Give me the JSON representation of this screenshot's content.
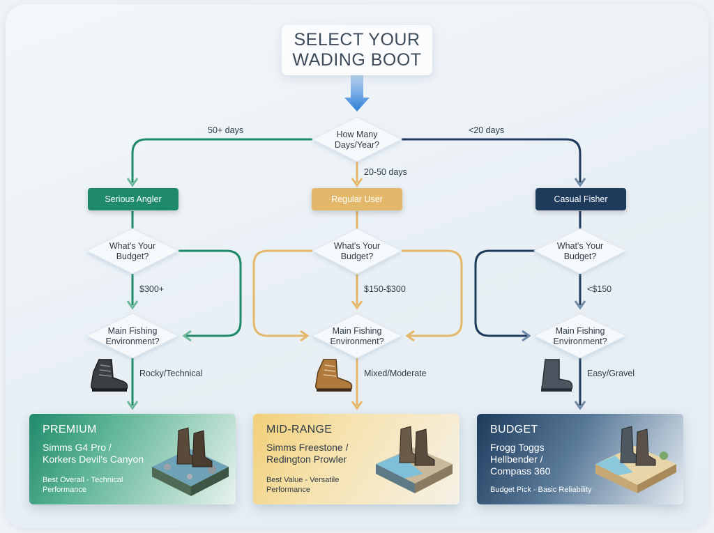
{
  "title": {
    "line1": "SELECT YOUR",
    "line2": "WADING BOOT"
  },
  "root_question": {
    "line1": "How Many",
    "line2": "Days/Year?"
  },
  "branch_labels": {
    "left": "50+ days",
    "middle": "20-50 days",
    "right": "<20 days"
  },
  "profiles": [
    {
      "label": "Serious Angler",
      "color": "#1f8a6a"
    },
    {
      "label": "Regular User",
      "color": "#e3b86a"
    },
    {
      "label": "Casual Fisher",
      "color": "#1e3b5c"
    }
  ],
  "budget_question": {
    "line1": "What's Your",
    "line2": "Budget?"
  },
  "budget_labels": [
    "$300+",
    "$150-$300",
    "<$150"
  ],
  "environment_question": {
    "line1": "Main Fishing",
    "line2": "Environment?"
  },
  "environment_labels": [
    "Rocky/Technical",
    "Mixed/Moderate",
    "Easy/Gravel"
  ],
  "icons": [
    "hiking-boot-black-icon",
    "hiking-boot-brown-icon",
    "rubber-boot-icon",
    "boots-on-rocky-terrain-icon",
    "boots-on-riverbed-icon",
    "boots-on-gravel-shore-icon"
  ],
  "results": [
    {
      "tier": "PREMIUM",
      "model_lines": [
        "Simms G4 Pro /",
        "Korkers Devil's Canyon"
      ],
      "note_lines": [
        "Best Overall - Technical",
        "Performance"
      ],
      "accent": "#1f8a6a"
    },
    {
      "tier": "MID-RANGE",
      "model_lines": [
        "Simms Freestone /",
        "Redington Prowler"
      ],
      "note_lines": [
        "Best Value - Versatile",
        "Performance"
      ],
      "accent": "#e3b86a"
    },
    {
      "tier": "BUDGET",
      "model_lines": [
        "Frogg Toggs",
        "Hellbender /",
        "Compass 360"
      ],
      "note_lines": [
        "Budget Pick - Basic Reliability"
      ],
      "accent": "#1e3b5c"
    }
  ]
}
